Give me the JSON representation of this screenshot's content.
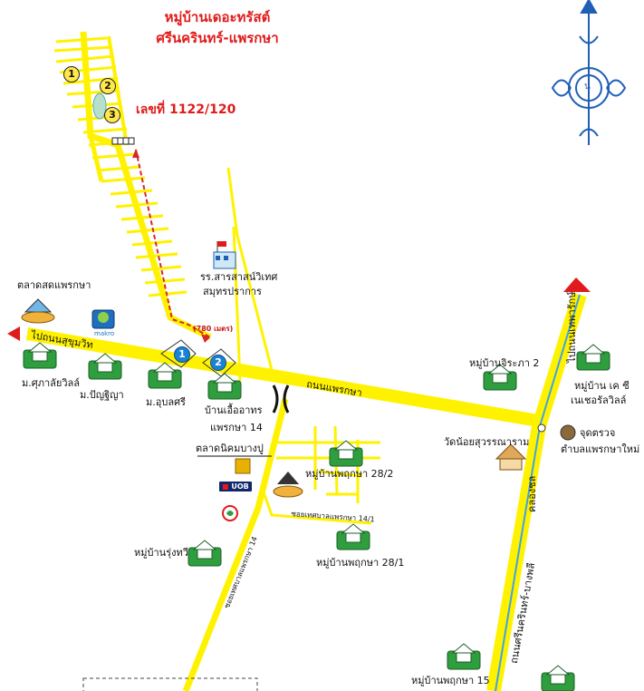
{
  "title_lines": [
    "หมู่บ้านเดอะทรัสต์",
    "ศรีนครินทร์-แพรกษา"
  ],
  "house_number": "เลขที่ 1122/120",
  "distance_label": "(780 เมตร)",
  "markers": {
    "m1": "1",
    "m2": "2",
    "m3": "3",
    "road1": "1",
    "road2": "2"
  },
  "compass_letter": "น",
  "roads": {
    "sukhumvit": "ไปถนนสุขุมวิท",
    "praeksa": "ถนนแพรกษา",
    "to_theparak": "ไปถนนเทพารักษ์",
    "khlong": "คลองชล",
    "srinakarin": "ถนนศรีนครินทร์-บางพลี",
    "soi_14": "ซอยเทศบาลแพรกษา 14",
    "soi_14_1": "ซอยเทศบาลแพรกษา 14/1"
  },
  "places": {
    "market_fresh": "ตลาดสดแพรกษา",
    "school_line1": "รร.สารสาสน์วิเทศ",
    "school_line2": "สมุทรปราการ",
    "m_supalai": "ม.ศุภาลัยวิลล์",
    "m_panya": "ม.ปัญฐิญา",
    "m_udomsri": "ม.อุบลศรี",
    "muea_line1": "บ้านเอื้ออาทร",
    "muea_line2": "แพรกษา 14",
    "market_bangpu": "ตลาดนิคมบางปู",
    "pruksa_28_2": "หมู่บ้านพฤกษา 28/2",
    "pruksa_28_1": "หมู่บ้านพฤกษา 28/1",
    "rungthavee": "หมู่บ้านรุ่งทวี",
    "jiraphat": "หมู่บ้านจิระภา 2",
    "kc_line1": "หมู่บ้าน เค ซี",
    "kc_line2": "เนเชอรัลวิลล์",
    "temple": "วัดน้อยสุวรรณาราม",
    "police_line1": "จุดตรวจ",
    "police_line2": "ตำบลแพรกษาใหม่",
    "pruksa_15": "หมู่บ้านพฤกษา 15"
  },
  "bank_uob": "UOB",
  "makro_logo_text": "makro",
  "colors": {
    "road": "#fff200",
    "title": "#e01b1b",
    "route": "#d9262b",
    "house": "#2e9e3e",
    "canal": "#3fa2e6",
    "compass": "#1f5fb5"
  }
}
